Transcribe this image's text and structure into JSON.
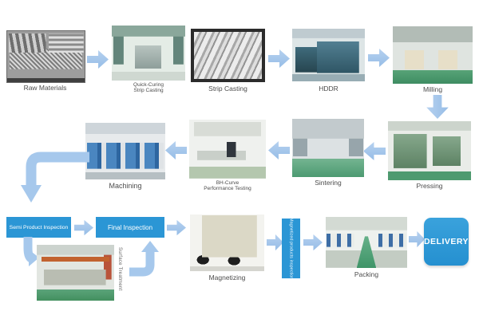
{
  "diagram": {
    "colors": {
      "arrow": "#a6c8ec",
      "box": "#2b96d5"
    },
    "row1": {
      "raw_materials": "Raw Materials",
      "quick_curing_line1": "Quick-Curing",
      "quick_curing_line2": "Strip Casting",
      "strip_casting": "Strip Casting",
      "hddr": "HDDR",
      "milling": "Milling"
    },
    "row2": {
      "pressing": "Pressing",
      "sintering": "Sintering",
      "bh_line1": "BH-Curve",
      "bh_line2": "Performance Testing",
      "machining": "Machining"
    },
    "row3": {
      "semi_product_inspection": "Semi Product Inspection",
      "final_inspection": "Final Inspection",
      "surface_treatment": "Surface Treatment",
      "magnetizing": "Magnetizing",
      "magnetized_inspection": "Magnetized products inspection",
      "packing": "Packing",
      "delivery": "DELIVERY"
    }
  }
}
